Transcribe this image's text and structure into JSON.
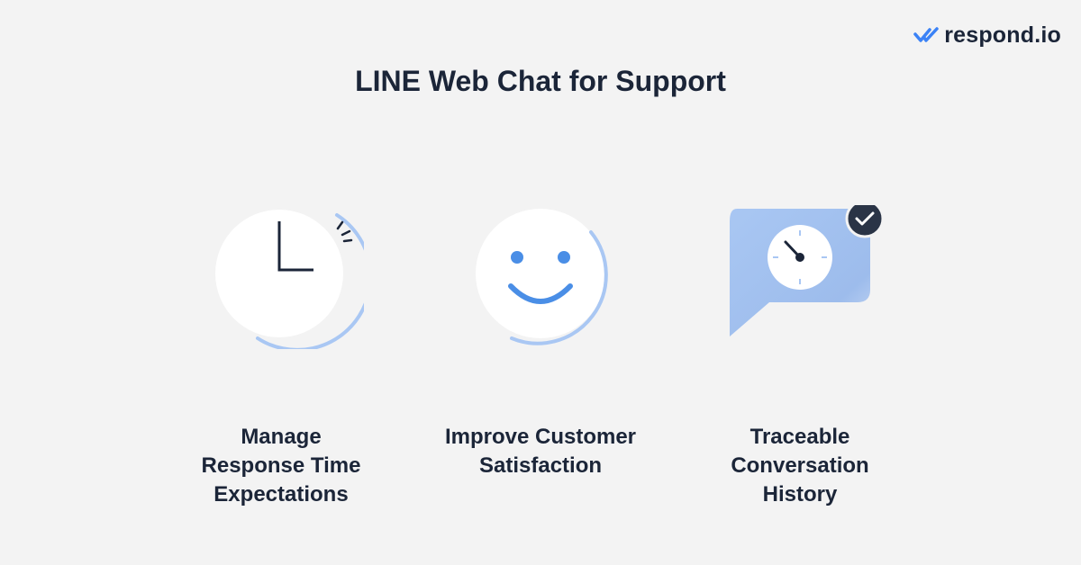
{
  "brand": {
    "name": "respond.io",
    "color": "#3b82f6"
  },
  "title": "LINE Web Chat for Support",
  "features": [
    {
      "icon": "clock-icon",
      "lines": [
        "Manage",
        "Response Time",
        "Expectations"
      ]
    },
    {
      "icon": "smiley-face-icon",
      "lines": [
        "Improve Customer",
        "Satisfaction"
      ]
    },
    {
      "icon": "chat-bubble-clock-icon",
      "lines": [
        "Traceable",
        "Conversation",
        "History"
      ]
    }
  ],
  "colors": {
    "accent_blue": "#4a8ee6",
    "light_blue": "#a9c7f3",
    "circle_white": "#ffffff",
    "text_dark": "#1b2538"
  }
}
